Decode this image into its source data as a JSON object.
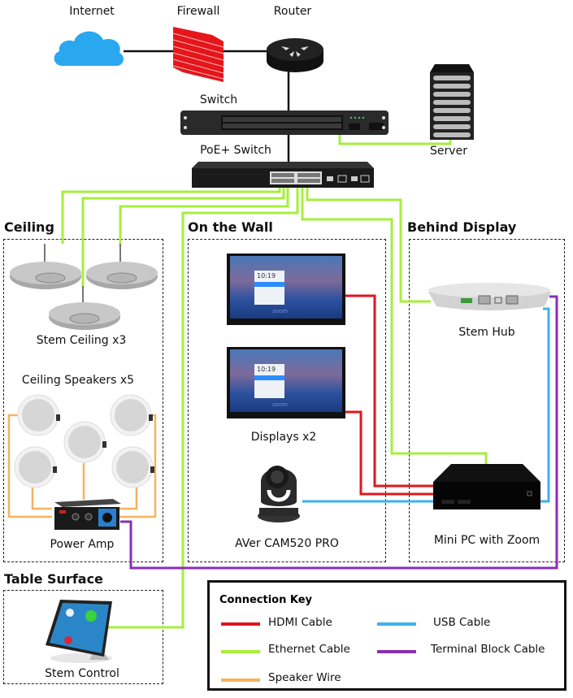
{
  "title": "Zoom Room network and AV connection diagram",
  "devices": {
    "internet": "Internet",
    "firewall": "Firewall",
    "router": "Router",
    "switch": "Switch",
    "poe_switch": "PoE+ Switch",
    "server": "Server",
    "stem_ceiling": "Stem Ceiling x3",
    "ceiling_speakers": "Ceiling Speakers x5",
    "power_amp": "Power Amp",
    "displays": "Displays x2",
    "camera": "AVer CAM520 PRO",
    "stem_hub": "Stem Hub",
    "mini_pc": "Mini PC with Zoom",
    "stem_control": "Stem Control"
  },
  "zones": {
    "ceiling": "Ceiling",
    "wall": "On the Wall",
    "behind_display": "Behind Display",
    "table": "Table Surface"
  },
  "display_screen": {
    "time": "10:19",
    "brand": "zoom"
  },
  "colors": {
    "hdmi": "#e0161f",
    "usb": "#3db1ec",
    "ethernet": "#a6ef3c",
    "terminal_block": "#8a2fb5",
    "speaker": "#f5b45e",
    "network": "#111111"
  },
  "connection_key": {
    "title": "Connection Key",
    "items": [
      {
        "label": "HDMI Cable",
        "color": "#e0161f"
      },
      {
        "label": "USB Cable",
        "color": "#3db1ec"
      },
      {
        "label": "Ethernet Cable",
        "color": "#a6ef3c"
      },
      {
        "label": "Terminal Block Cable",
        "color": "#8a2fb5"
      },
      {
        "label": "Speaker Wire",
        "color": "#f5b45e"
      }
    ]
  }
}
